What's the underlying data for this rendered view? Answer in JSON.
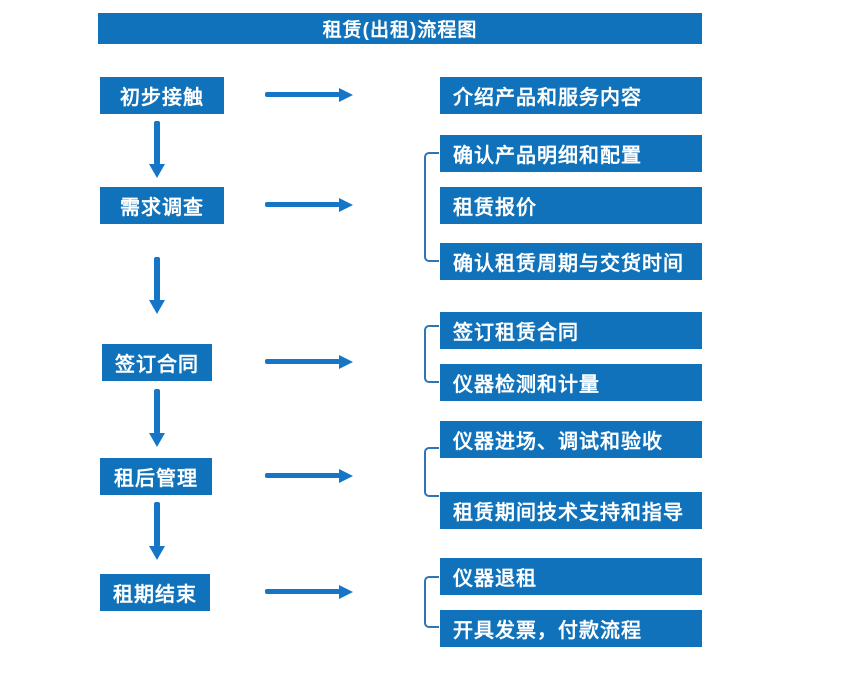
{
  "title": "租赁(出租)流程图",
  "colors": {
    "box": "#1072BA",
    "arrow": "#1576C8",
    "bracket": "#2E75B6",
    "text": "#ffffff"
  },
  "rows": [
    {
      "step": "初步接触",
      "outputs": [
        "介绍产品和服务内容"
      ]
    },
    {
      "step": "需求调查",
      "outputs": [
        "确认产品明细和配置",
        "租赁报价",
        "确认租赁周期与交货时间"
      ]
    },
    {
      "step": "签订合同",
      "outputs": [
        "签订租赁合同",
        "仪器检测和计量"
      ]
    },
    {
      "step": "租后管理",
      "outputs": [
        "仪器进场、调试和验收",
        "租赁期间技术支持和指导"
      ]
    },
    {
      "step": "租期结束",
      "outputs": [
        "仪器退租",
        "开具发票，付款流程"
      ]
    }
  ]
}
